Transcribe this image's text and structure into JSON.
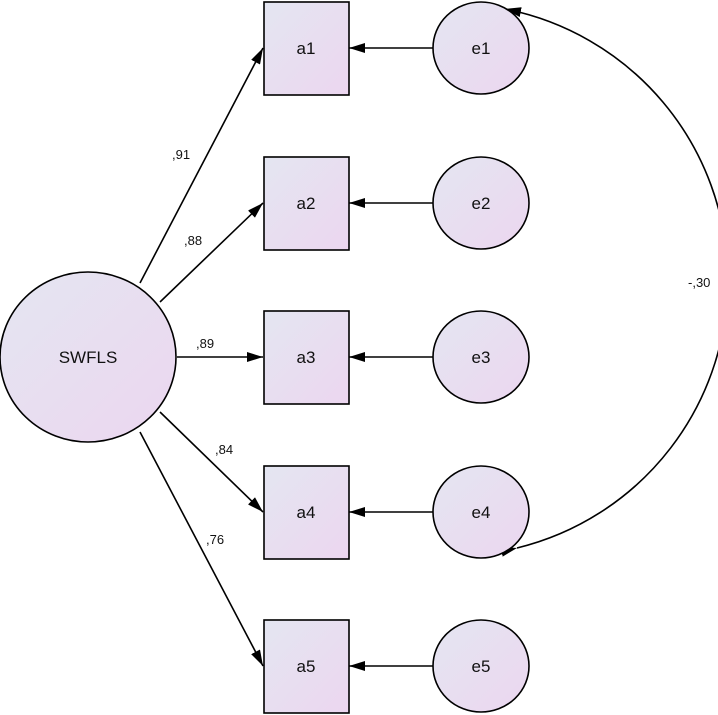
{
  "latent": {
    "label": "SWFLS"
  },
  "indicators": [
    {
      "label": "a1"
    },
    {
      "label": "a2"
    },
    {
      "label": "a3"
    },
    {
      "label": "a4"
    },
    {
      "label": "a5"
    }
  ],
  "errors": [
    {
      "label": "e1"
    },
    {
      "label": "e2"
    },
    {
      "label": "e3"
    },
    {
      "label": "e4"
    },
    {
      "label": "e5"
    }
  ],
  "loadings": [
    {
      "label": ",91"
    },
    {
      "label": ",88"
    },
    {
      "label": ",89"
    },
    {
      "label": ",84"
    },
    {
      "label": ",76"
    }
  ],
  "covariance": {
    "from": "e1",
    "to": "e4",
    "label": "-,30"
  },
  "colors": {
    "fill_start": "#e4e6f1",
    "fill_end": "#ecd6f0",
    "stroke": "#000000"
  }
}
